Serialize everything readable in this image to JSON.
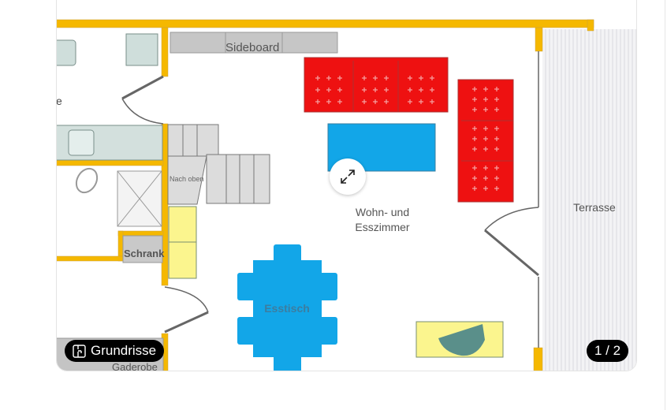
{
  "gallery": {
    "category_label": "Grundrisse",
    "counter": "1 / 2",
    "expand_icon": "expand-arrows-icon",
    "category_icon": "floorplan-icon"
  },
  "floorplan": {
    "labels": {
      "sideboard": "Sideboard",
      "partial_room": "e",
      "stairs": "Nach oben",
      "living_1": "Wohn- und",
      "living_2": "Esszimmer",
      "terrace": "Terrasse",
      "cabinet": "Schrank",
      "dining_table": "Esstisch",
      "wardrobe": "Gaderobe"
    },
    "colors": {
      "wall": "#f5b800",
      "sofa": "#ee1111",
      "table": "#12a6e8",
      "cabinet": "#fbf58e"
    }
  }
}
